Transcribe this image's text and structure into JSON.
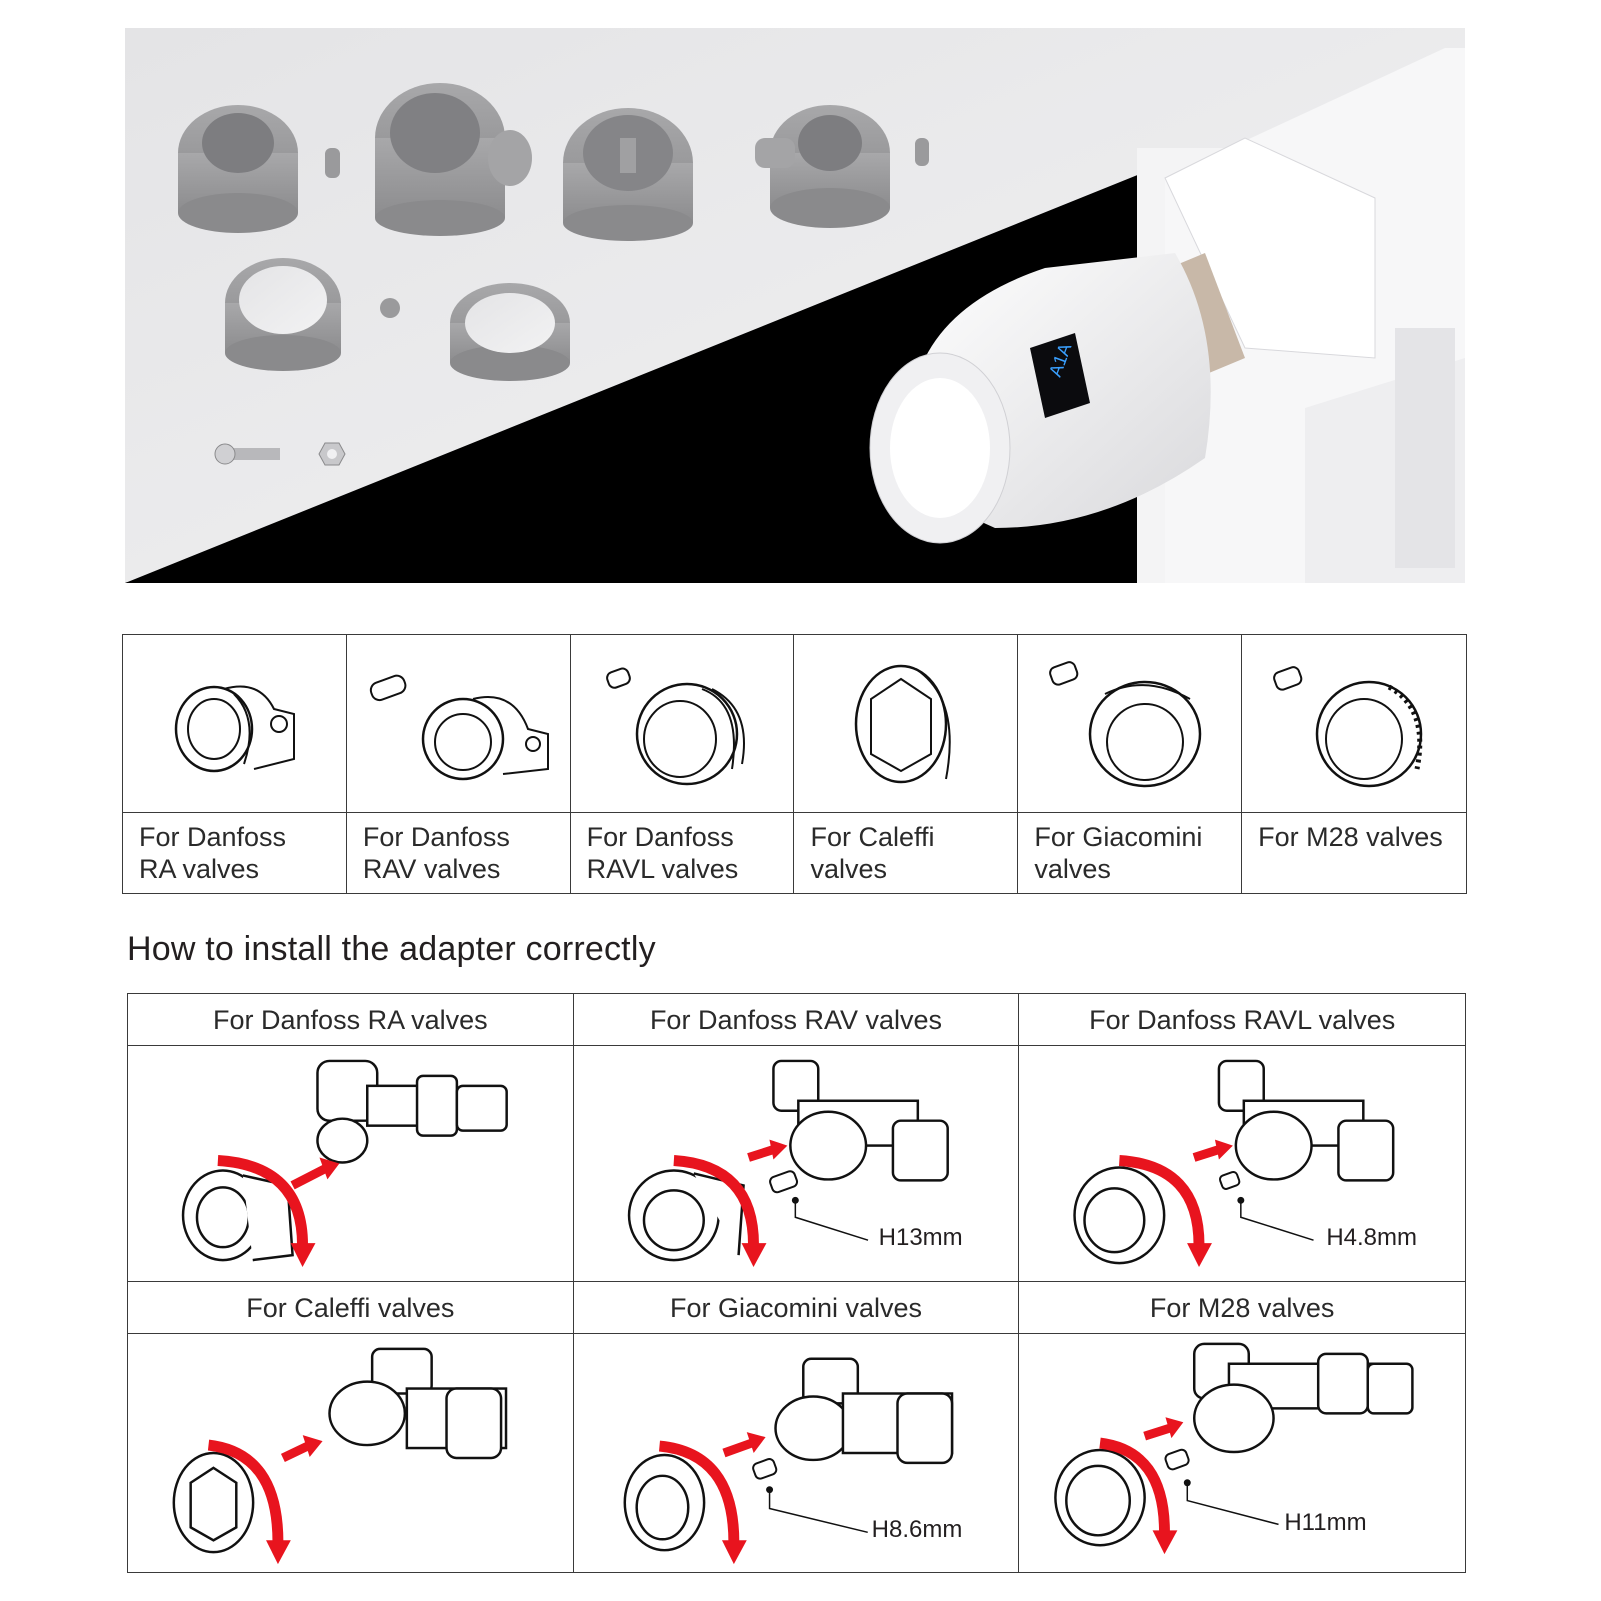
{
  "photo": {
    "description": "Grey plastic valve adapters with screw and nut, and a white smart thermostatic radiator valve mounted on a radiator",
    "thermostat_display": {
      "main": "A1A",
      "side_label": "??",
      "dots": ":"
    },
    "accent_colors": {
      "adapter_grey": "#9a9a9c",
      "background": "#e9e9eb",
      "black": "#000000",
      "display_blue": "#3aa0ff"
    }
  },
  "adapters": [
    {
      "label_line1": "For Danfoss",
      "label_line2": "RA valves",
      "has_pin": false
    },
    {
      "label_line1": "For Danfoss",
      "label_line2": "RAV valves",
      "has_pin": true
    },
    {
      "label_line1": "For Danfoss",
      "label_line2": "RAVL valves",
      "has_pin": true
    },
    {
      "label_line1": "For Caleffi",
      "label_line2": "valves",
      "has_pin": false
    },
    {
      "label_line1": "For Giacomini",
      "label_line2": "valves",
      "has_pin": true
    },
    {
      "label_line1": "For M28 valves",
      "label_line2": "",
      "has_pin": true
    }
  ],
  "howto": {
    "title": "How to install the adapter correctly"
  },
  "install": [
    {
      "title": "For Danfoss RA valves",
      "dimension": ""
    },
    {
      "title": "For Danfoss RAV valves",
      "dimension": "H13mm"
    },
    {
      "title": "For Danfoss RAVL valves",
      "dimension": "H4.8mm"
    },
    {
      "title": "For Caleffi valves",
      "dimension": ""
    },
    {
      "title": "For Giacomini valves",
      "dimension": "H8.6mm"
    },
    {
      "title": "For M28 valves",
      "dimension": "H11mm"
    }
  ],
  "colors": {
    "arrow_red": "#e8141e",
    "line": "#3a3a3a",
    "text": "#231f20"
  }
}
